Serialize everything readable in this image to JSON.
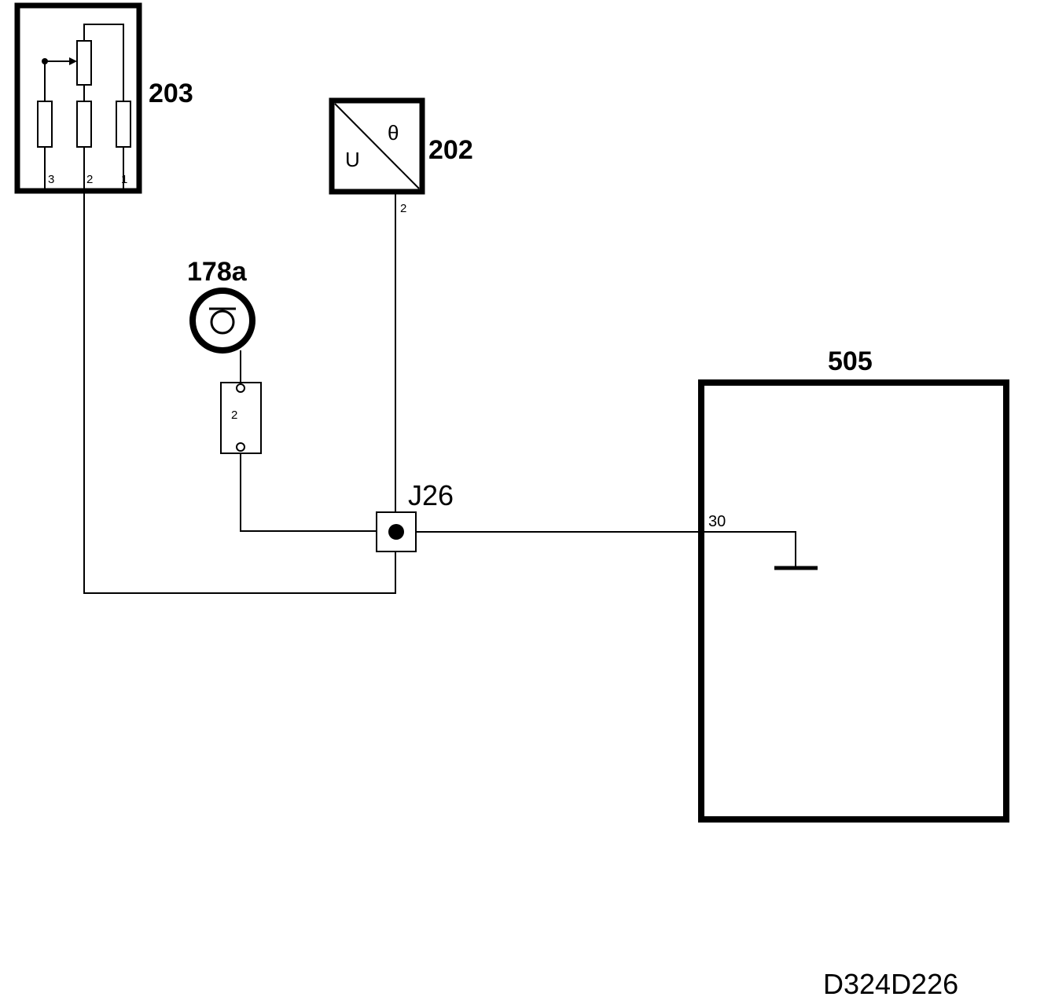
{
  "components": {
    "c203": {
      "label": "203",
      "pins": [
        "3",
        "2",
        "1"
      ]
    },
    "c202": {
      "label": "202",
      "pins": [
        "2"
      ],
      "symbol_u": "U",
      "symbol_theta": "θ"
    },
    "c178a": {
      "label": "178a",
      "connector_pin": "2"
    },
    "j26": {
      "label": "J26"
    },
    "c505": {
      "label": "505",
      "pins": [
        "30"
      ]
    }
  },
  "drawing_id": "D324D226",
  "colors": {
    "ink": "#000000",
    "background": "#ffffff"
  }
}
